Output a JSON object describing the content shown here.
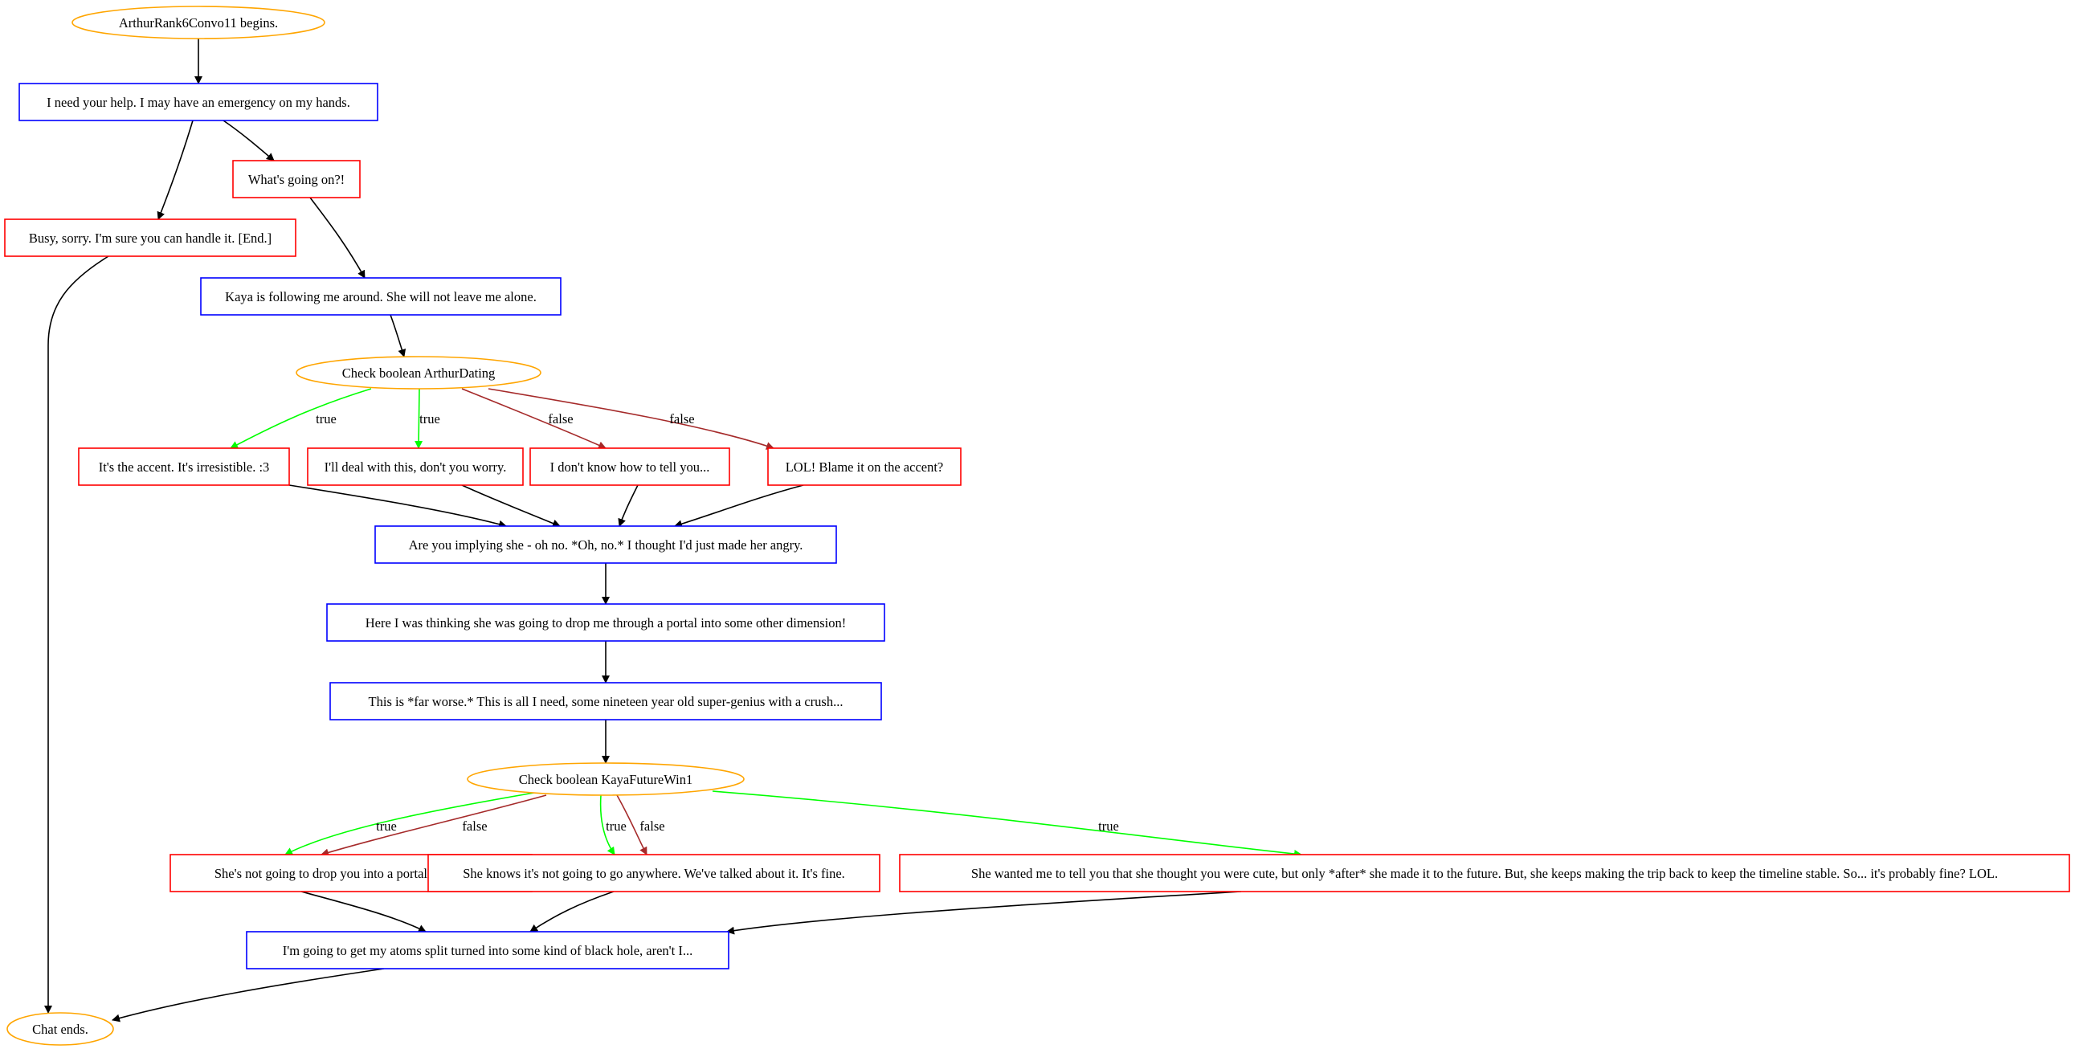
{
  "colors": {
    "ellipse_stroke": "#ffa500",
    "npc_box_stroke": "#0000ff",
    "player_box_stroke": "#ff0000",
    "edge_default": "#000000",
    "edge_true": "#00ff00",
    "edge_false": "#a52a2a"
  },
  "nodes": [
    {
      "id": "start",
      "shape": "ellipse",
      "text": "ArthurRank6Convo11 begins."
    },
    {
      "id": "help",
      "shape": "box-blue",
      "text": "I need your help. I may have an emergency on my hands."
    },
    {
      "id": "whats",
      "shape": "box-red",
      "text": "What's going on?!"
    },
    {
      "id": "busy",
      "shape": "box-red",
      "text": "Busy, sorry. I'm sure you can handle it. [End.]"
    },
    {
      "id": "kaya",
      "shape": "box-blue",
      "text": "Kaya is following me around. She will not leave me alone."
    },
    {
      "id": "check1",
      "shape": "ellipse",
      "text": "Check boolean ArthurDating"
    },
    {
      "id": "accent",
      "shape": "box-red",
      "text": "It's the accent. It's irresistible. :3"
    },
    {
      "id": "deal",
      "shape": "box-red",
      "text": "I'll deal with this, don't you worry."
    },
    {
      "id": "dontknow",
      "shape": "box-red",
      "text": "I don't know how to tell you..."
    },
    {
      "id": "lol",
      "shape": "box-red",
      "text": "LOL! Blame it on the accent?"
    },
    {
      "id": "implying",
      "shape": "box-blue",
      "text": "Are you implying she - oh no. *Oh, no.* I thought I'd just made her angry."
    },
    {
      "id": "portal",
      "shape": "box-blue",
      "text": "Here I was thinking she was going to drop me through a portal into some other dimension!"
    },
    {
      "id": "worse",
      "shape": "box-blue",
      "text": "This is *far worse.* This is all I need, some nineteen year old super-genius with a crush..."
    },
    {
      "id": "check2",
      "shape": "ellipse",
      "text": "Check boolean KayaFutureWin1"
    },
    {
      "id": "notdrop",
      "shape": "box-red",
      "text": "She's not going to drop you into a portal, I promise."
    },
    {
      "id": "knows",
      "shape": "box-red",
      "text": "She knows it's not going to go anywhere. We've talked about it. It's fine."
    },
    {
      "id": "wanted",
      "shape": "box-red",
      "text": "She wanted me to tell you that she thought you were cute, but only *after* she made it to the future. But, she keeps making the trip back to keep the timeline stable. So... it's probably fine? LOL."
    },
    {
      "id": "atoms",
      "shape": "box-blue",
      "text": "I'm going to get my atoms split turned into some kind of black hole, aren't I..."
    },
    {
      "id": "end",
      "shape": "ellipse",
      "text": "Chat ends."
    }
  ],
  "edges": [
    {
      "from": "start",
      "to": "help",
      "kind": "default",
      "label": ""
    },
    {
      "from": "help",
      "to": "whats",
      "kind": "default",
      "label": ""
    },
    {
      "from": "help",
      "to": "busy",
      "kind": "default",
      "label": ""
    },
    {
      "from": "whats",
      "to": "kaya",
      "kind": "default",
      "label": ""
    },
    {
      "from": "busy",
      "to": "end",
      "kind": "default",
      "label": ""
    },
    {
      "from": "kaya",
      "to": "check1",
      "kind": "default",
      "label": ""
    },
    {
      "from": "check1",
      "to": "accent",
      "kind": "true",
      "label": "true"
    },
    {
      "from": "check1",
      "to": "deal",
      "kind": "true",
      "label": "true"
    },
    {
      "from": "check1",
      "to": "dontknow",
      "kind": "false",
      "label": "false"
    },
    {
      "from": "check1",
      "to": "lol",
      "kind": "false",
      "label": "false"
    },
    {
      "from": "accent",
      "to": "implying",
      "kind": "default",
      "label": ""
    },
    {
      "from": "deal",
      "to": "implying",
      "kind": "default",
      "label": ""
    },
    {
      "from": "dontknow",
      "to": "implying",
      "kind": "default",
      "label": ""
    },
    {
      "from": "lol",
      "to": "implying",
      "kind": "default",
      "label": ""
    },
    {
      "from": "implying",
      "to": "portal",
      "kind": "default",
      "label": ""
    },
    {
      "from": "portal",
      "to": "worse",
      "kind": "default",
      "label": ""
    },
    {
      "from": "worse",
      "to": "check2",
      "kind": "default",
      "label": ""
    },
    {
      "from": "check2",
      "to": "notdrop",
      "kind": "true",
      "label": "true"
    },
    {
      "from": "check2",
      "to": "notdrop",
      "kind": "false",
      "label": "false"
    },
    {
      "from": "check2",
      "to": "knows",
      "kind": "true",
      "label": "true"
    },
    {
      "from": "check2",
      "to": "knows",
      "kind": "false",
      "label": "false"
    },
    {
      "from": "check2",
      "to": "wanted",
      "kind": "true",
      "label": "true"
    },
    {
      "from": "notdrop",
      "to": "atoms",
      "kind": "default",
      "label": ""
    },
    {
      "from": "knows",
      "to": "atoms",
      "kind": "default",
      "label": ""
    },
    {
      "from": "wanted",
      "to": "atoms",
      "kind": "default",
      "label": ""
    },
    {
      "from": "atoms",
      "to": "end",
      "kind": "default",
      "label": ""
    }
  ]
}
